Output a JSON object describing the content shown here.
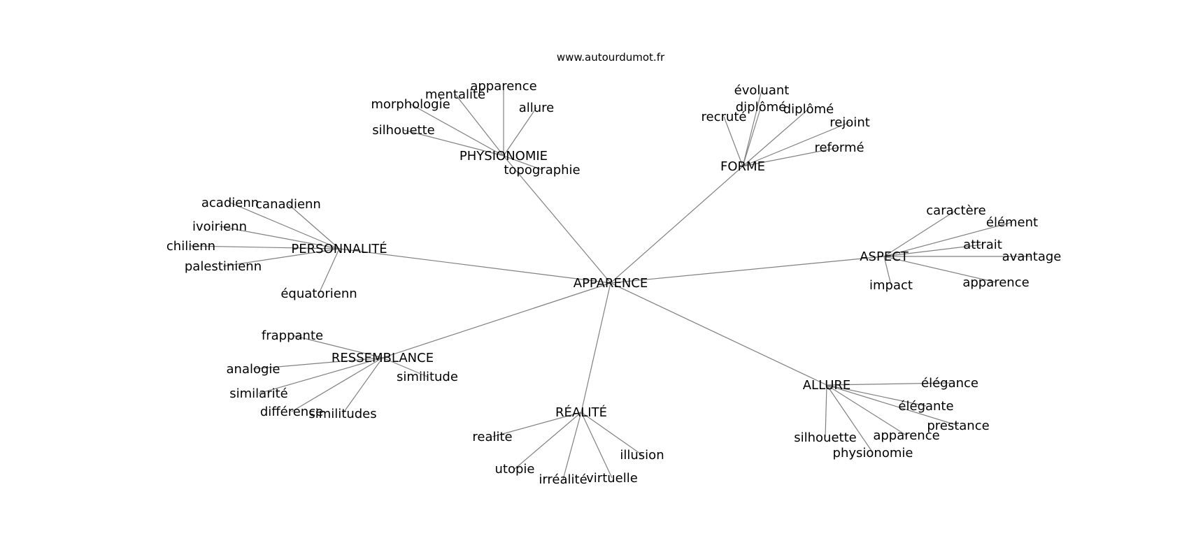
{
  "source": "www.autourdumot.fr",
  "root": "APPARENCE",
  "colors": {
    "edge": "#808080",
    "text": "#000000",
    "background": "#ffffff"
  },
  "groups": [
    {
      "label": "PHYSIONOMIE",
      "words": [
        "apparence",
        "mentalité",
        "morphologie",
        "allure",
        "silhouette",
        "topographie"
      ]
    },
    {
      "label": "FORME",
      "words": [
        "évoluant",
        "diplômé",
        "diplômé",
        "recruté",
        "rejoint",
        "reformé"
      ]
    },
    {
      "label": "PERSONNALITÉ",
      "words": [
        "acadienn",
        "canadienn",
        "ivoirienn",
        "chilienn",
        "palestinienn",
        "équatorienn"
      ]
    },
    {
      "label": "ASPECT",
      "words": [
        "caractère",
        "élément",
        "attrait",
        "avantage",
        "apparence",
        "impact"
      ]
    },
    {
      "label": "RESSEMBLANCE",
      "words": [
        "frappante",
        "analogie",
        "similitude",
        "similarité",
        "différence",
        "similitudes"
      ]
    },
    {
      "label": "RÉALITÉ",
      "words": [
        "realite",
        "illusion",
        "utopie",
        "irréalité",
        "virtuelle"
      ]
    },
    {
      "label": "ALLURE",
      "words": [
        "élégance",
        "élégante",
        "prestance",
        "apparence",
        "silhouette",
        "physionomie"
      ]
    }
  ]
}
